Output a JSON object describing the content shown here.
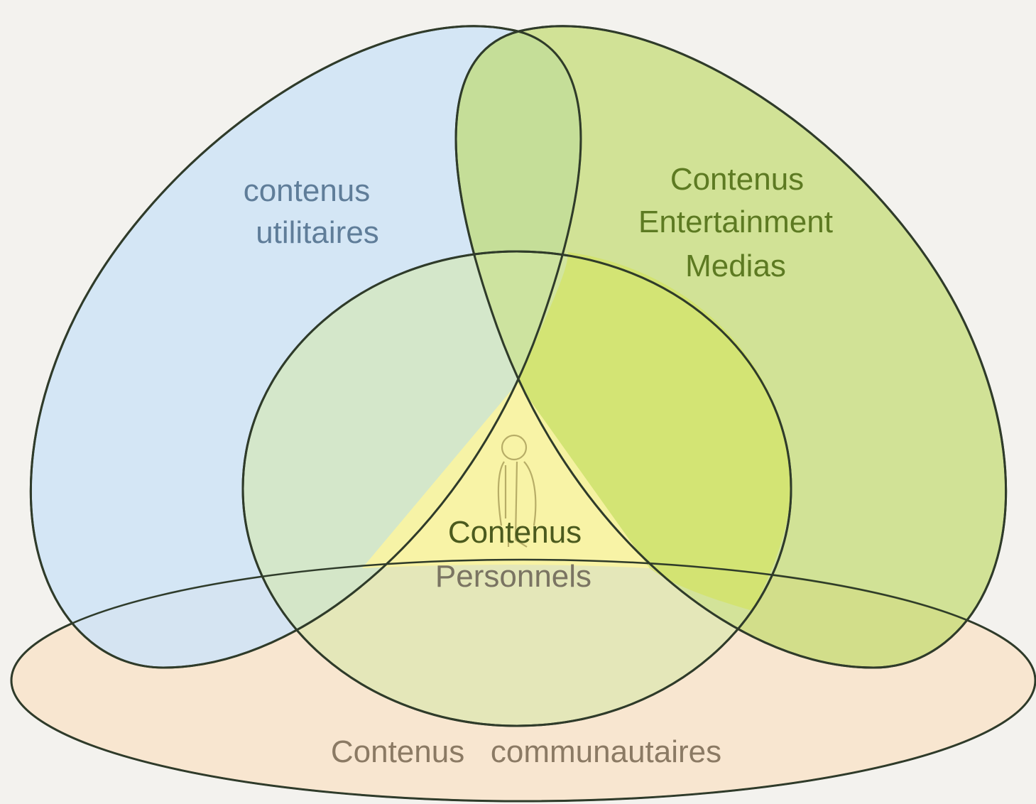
{
  "labels": {
    "utilitaires": [
      "contenus",
      "utilitaires"
    ],
    "entertainment": [
      "Contenus",
      "Entertainment",
      "Medias"
    ],
    "personnels": [
      "Contenus",
      "Personnels"
    ],
    "communautaires": "Contenus   communautaires"
  },
  "colors": {
    "background": "#f3f2ee",
    "utilitaires_fill": "#cfe4f6",
    "entertainment_fill": "#c9df7a",
    "personnels_fill": "#d4e7a6",
    "center_fill": "#fbf5a0",
    "communautaires_fill": "#f8e6d0",
    "outline": "#2f3b2a"
  },
  "icons": [
    "person-icon"
  ]
}
